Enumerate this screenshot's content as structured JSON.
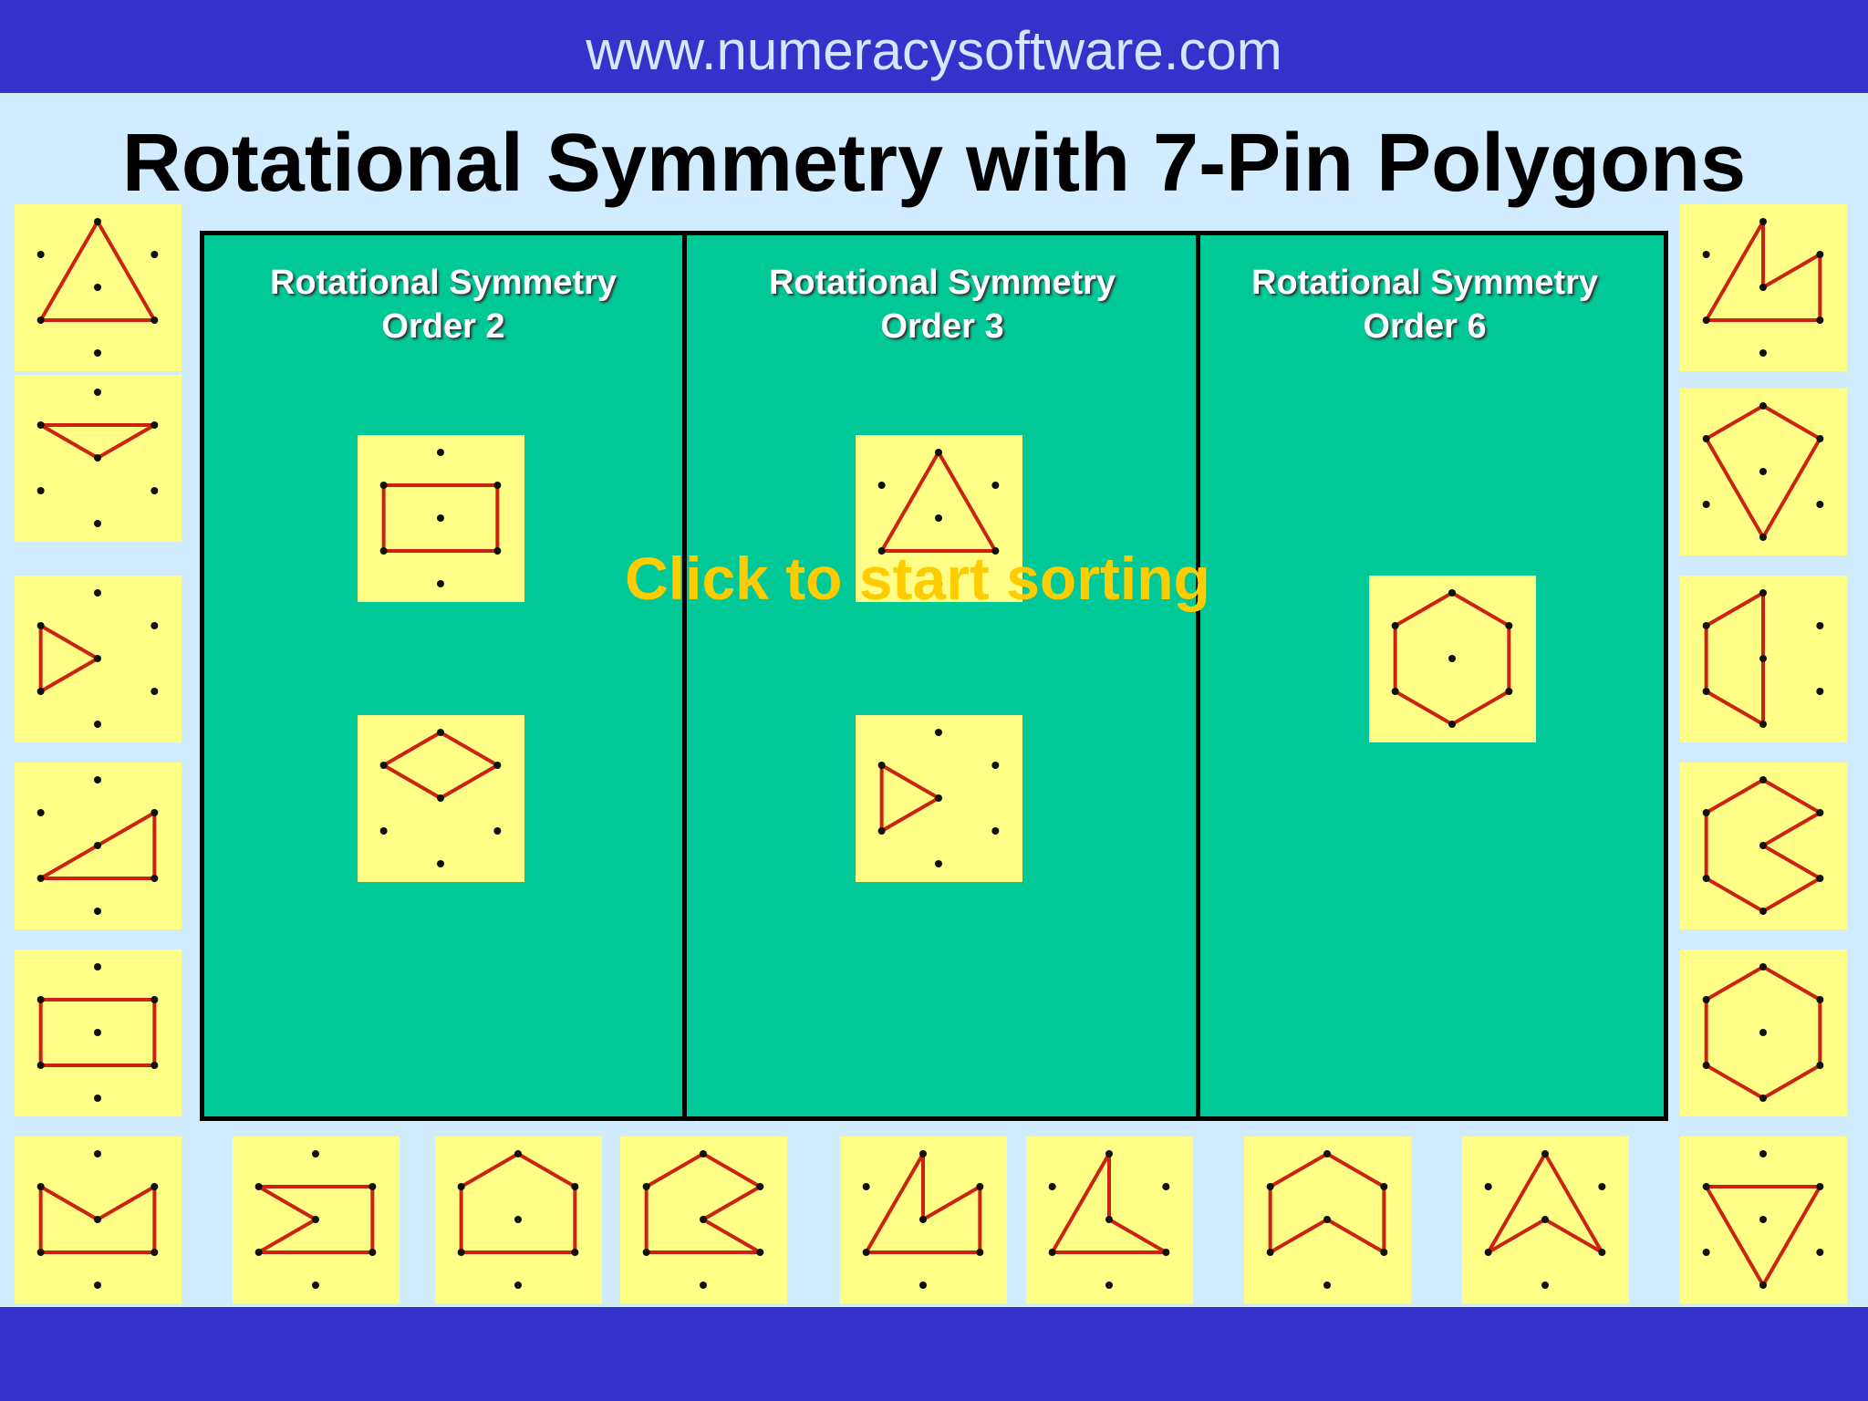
{
  "header": {
    "url": "www.numeracysoftware.com"
  },
  "title": "Rotational Symmetry with 7-Pin Polygons",
  "columns": [
    {
      "line1": "Rotational Symmetry",
      "line2": "Order 2"
    },
    {
      "line1": "Rotational Symmetry",
      "line2": "Order 3"
    },
    {
      "line1": "Rotational Symmetry",
      "line2": "Order 6"
    }
  ],
  "overlay": {
    "text": "Click to start sorting"
  },
  "colors": {
    "bar": "#3333cc",
    "background": "#d1ebff",
    "board": "#00c896",
    "card": "#ffff88",
    "shape_line": "#cc2211",
    "overlay_text": "#ffcc00"
  }
}
